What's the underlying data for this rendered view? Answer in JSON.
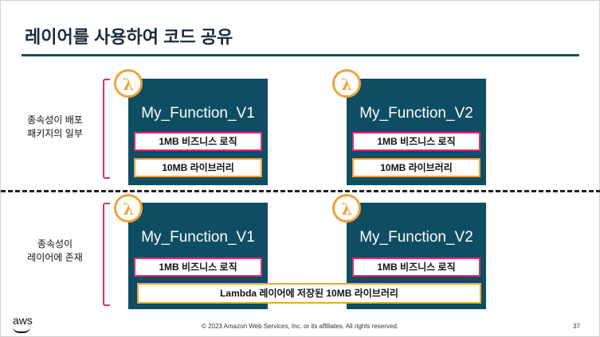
{
  "title": "레이어를 사용하여 코드 공유",
  "sections": {
    "top": {
      "label_line1": "종속성이 배포",
      "label_line2": "패키지의 일부"
    },
    "bottom": {
      "label_line1": "종속성이",
      "label_line2": "레이어에 존재"
    }
  },
  "functions": {
    "v1": "My_Function_V1",
    "v2": "My_Function_V2"
  },
  "business_logic": "1MB 비즈니스 로직",
  "library": "10MB 라이브러리",
  "layer_library": "Lambda 레이어에 저장된 10MB 라이브러리",
  "lambda_symbol": "λ",
  "logo": "aws",
  "footer": "© 2023 Amazon Web Services, Inc. or its affiliates. All rights reserved.",
  "page_number": "37"
}
